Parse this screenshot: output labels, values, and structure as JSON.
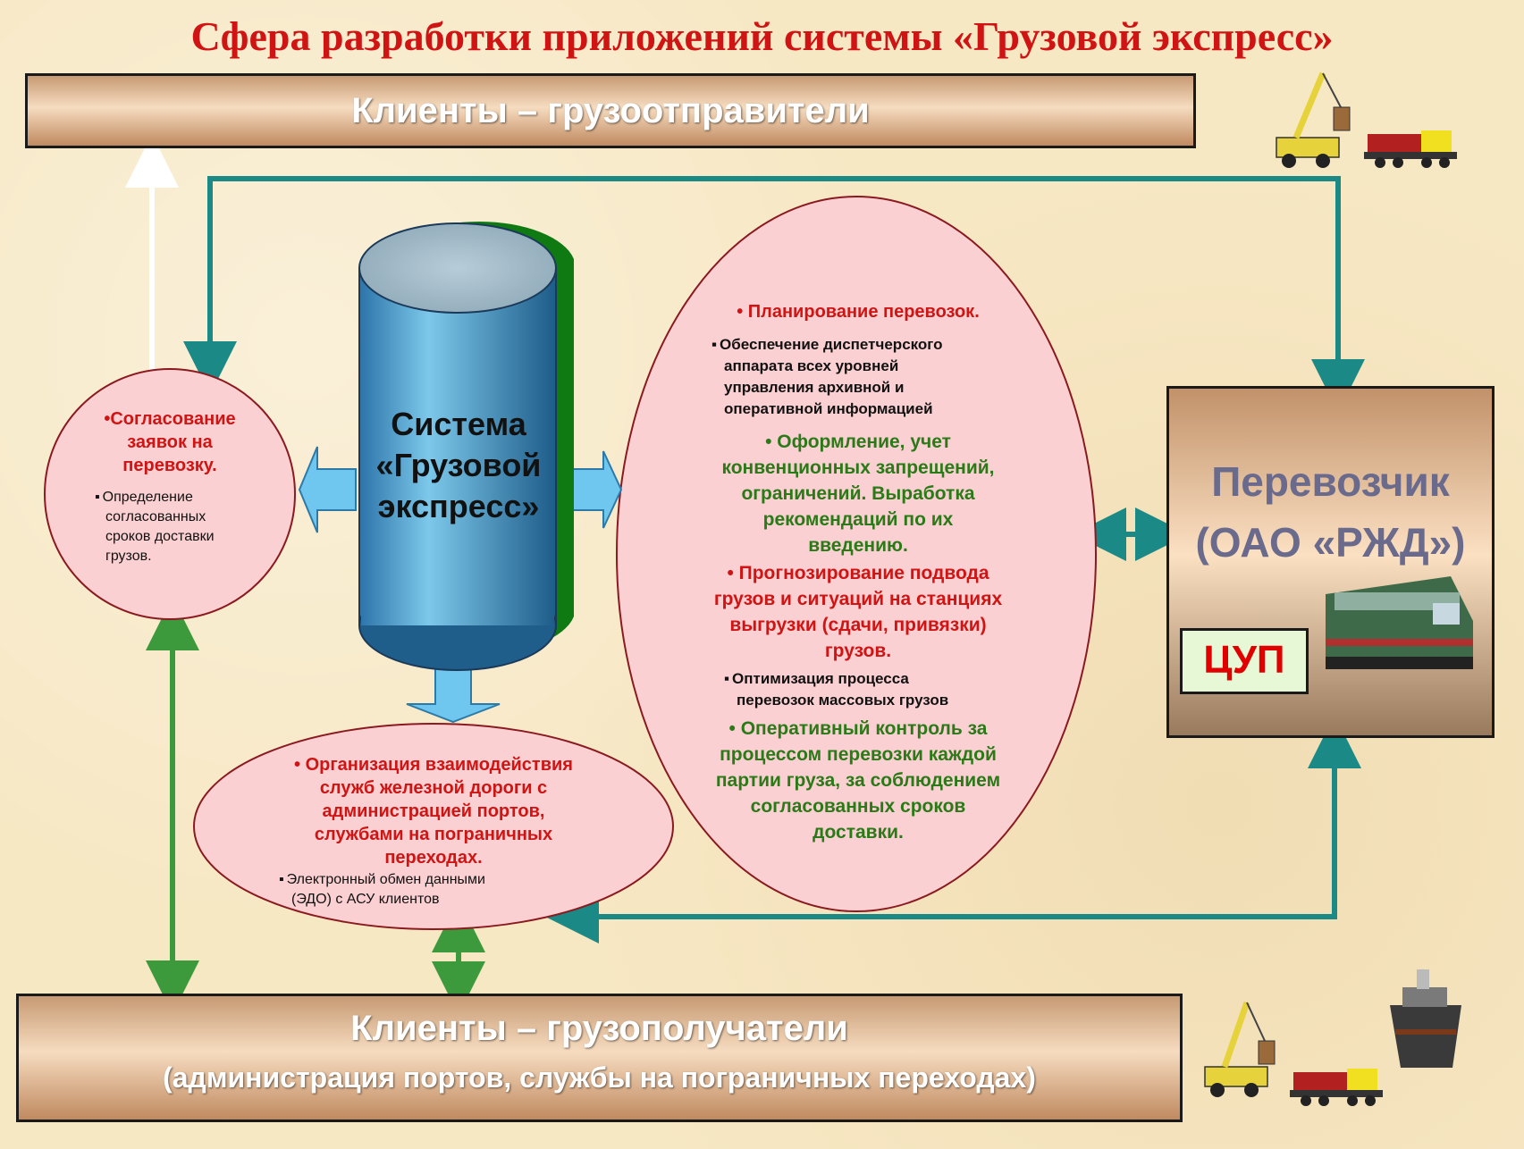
{
  "title": "Сфера разработки приложений системы «Грузовой экспресс»",
  "top_band": "Клиенты – грузоотправители",
  "bottom_band": {
    "line1": "Клиенты – грузополучатели",
    "line2": "(администрация портов, службы на пограничных переходах)"
  },
  "system": {
    "line1": "Система",
    "line2": "«Грузовой",
    "line3": "экспресс»"
  },
  "carrier": {
    "line1": "Перевозчик",
    "line2": "(ОАО «РЖД»)",
    "cup": "ЦУП"
  },
  "left_circle": {
    "heading": [
      "•Согласование",
      "заявок на",
      "перевозку."
    ],
    "bullet": [
      "Определение",
      "согласованных",
      "сроков доставки",
      "грузов."
    ]
  },
  "bottom_ellipse": {
    "heading": [
      "• Организация взаимодействия",
      "служб железной дороги с",
      "администрацией портов,",
      "службами на пограничных",
      "переходах."
    ],
    "bullet": [
      "Электронный обмен данными",
      "(ЭДО) с АСУ клиентов"
    ]
  },
  "right_ellipse": {
    "item1": "• Планирование перевозок.",
    "item1_sub": [
      "Обеспечение диспетчерского",
      "аппарата всех уровней",
      "управления архивной и",
      "оперативной информацией"
    ],
    "item2": [
      "• Оформление, учет",
      "конвенционных запрещений,",
      "ограничений. Выработка",
      "рекомендаций по их",
      "введению."
    ],
    "item3": [
      "• Прогнозирование подвода",
      "грузов и ситуаций на станциях",
      "выгрузки (сдачи, привязки)",
      "грузов."
    ],
    "item3_sub": [
      "Оптимизация процесса",
      "перевозок массовых грузов"
    ],
    "item4": [
      "• Оперативный контроль за",
      "процессом перевозки каждой",
      "партии груза, за соблюдением",
      "согласованных сроков",
      "доставки."
    ]
  },
  "colors": {
    "teal_arrow": "#1b8a86",
    "green_arrow": "#3c9a3c",
    "title_red": "#d01414",
    "cylinder_blue": "#3d8fc4",
    "cylinder_green": "#0f7a12",
    "ellipse_fill": "#fbd0d2",
    "ellipse_stroke": "#8a1a20",
    "carrier_text": "#6a6a8c",
    "light_blue_arrow": "#6fc6ee"
  },
  "icons": [
    "crane-truck-icon",
    "freight-wagon-icon",
    "locomotive-icon",
    "cargo-ship-icon"
  ]
}
